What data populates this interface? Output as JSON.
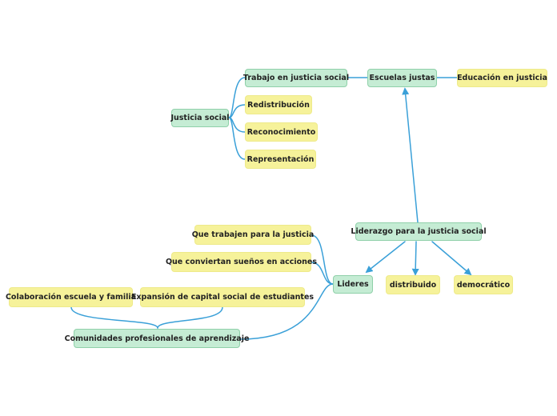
{
  "colors": {
    "connector": "#3aa0d8",
    "topic_fill": "#c5ecd4",
    "topic_border": "#8fd0a9",
    "leaf_fill": "#f6f29a"
  },
  "nodes": {
    "justicia_social": "Justicia social",
    "trabajo_justicia": "Trabajo en justicia social",
    "escuelas_justas": "Escuelas justas",
    "educacion_justicia": "Educación en justicia",
    "redistribucion": "Redistribución",
    "reconocimiento": "Reconocimiento",
    "representacion": "Representación",
    "liderazgo": "Liderazgo para la justicia social",
    "lideres": "Lideres",
    "distribuido": "distribuido",
    "democratico": "democrático",
    "que_trabajen": "Que trabajen para la justicia",
    "que_conviertan": "Que conviertan sueños en acciones",
    "comunidades": "Comunidades profesionales de aprendizaje",
    "colaboracion": "Colaboración escuela y familia",
    "expansion": "Expansión de capital social de estudiantes"
  }
}
